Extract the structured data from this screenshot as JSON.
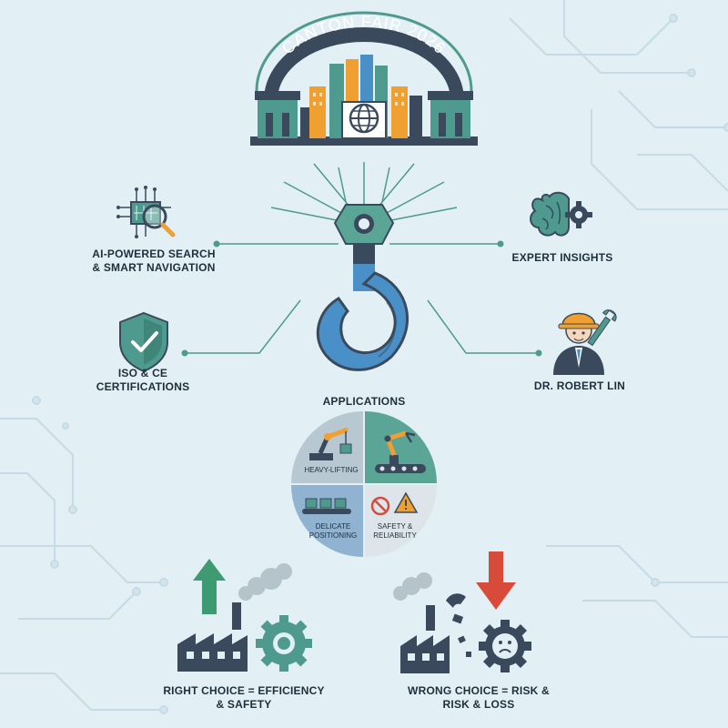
{
  "banner": {
    "title": "CANTON FAIR 2026"
  },
  "features": {
    "ai_search": {
      "line1": "AI-POWERED SEARCH",
      "line2": "& SMART NAVIGATION",
      "icon": "ai-chip-magnifier-icon"
    },
    "expert": {
      "label": "EXPERT INSIGHTS",
      "icon": "brain-gear-icon"
    },
    "certifications": {
      "line1": "ISO & CE",
      "line2": "CERTIFICATIONS",
      "icon": "shield-check-icon"
    },
    "person": {
      "label": "DR. ROBERT LIN",
      "icon": "engineer-wrench-icon"
    }
  },
  "applications": {
    "title": "APPLICATIONS",
    "quadrants": [
      {
        "label": "HEAVY-LIFTING",
        "icon": "crane-arm-icon"
      },
      {
        "label": "",
        "icon": "robot-arm-conveyor-icon"
      },
      {
        "label1": "DELICATE",
        "label2": "POSITIONING",
        "icon": "conveyor-boxes-icon"
      },
      {
        "label1": "SAFETY &",
        "label2": "RELIABILITY",
        "icon": "warning-signs-icon"
      }
    ]
  },
  "outcomes": {
    "right": {
      "line1": "RIGHT CHOICE = EFFICIENCY",
      "line2": "& SAFETY",
      "icon": "factory-up-arrow-icon"
    },
    "wrong": {
      "line1": "WRONG CHOICE = RISK &",
      "line2": "RISK & LOSS",
      "icon": "factory-down-arrow-icon"
    }
  },
  "colors": {
    "background": "#e2eff5",
    "teal": "#4e9a8f",
    "dark_slate": "#3a4a5c",
    "orange": "#f0a030",
    "blue": "#4a90c8",
    "green_arrow": "#3e9a70",
    "red_arrow": "#d84a3a"
  }
}
